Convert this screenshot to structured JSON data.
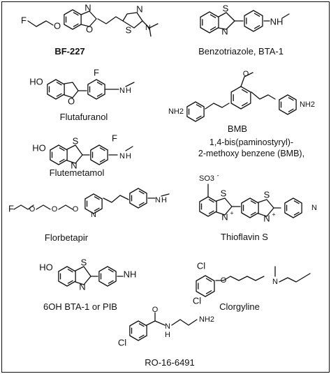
{
  "figure": {
    "background": "#ffffff",
    "ink": "#111111",
    "compounds": [
      {
        "id": "bf227",
        "label": "BF-227",
        "bold": true
      },
      {
        "id": "bta1",
        "label": "Benzotriazole, BTA-1",
        "bold": false
      },
      {
        "id": "flutafuranol",
        "label": "Flutafuranol",
        "bold": false
      },
      {
        "id": "bmb",
        "label": "BMB",
        "bold": false
      },
      {
        "id": "bmb_full",
        "label": "1,4-bis(paminostyryl)-\n2-methoxy benzene (BMB),",
        "bold": false
      },
      {
        "id": "flutemetamol",
        "label": "Flutemetamol",
        "bold": false
      },
      {
        "id": "florbetapir",
        "label": "Florbetapir",
        "bold": false
      },
      {
        "id": "thioflavin",
        "label": "Thioflavin S",
        "bold": false
      },
      {
        "id": "pib",
        "label": "6OH BTA-1 or PIB",
        "bold": false
      },
      {
        "id": "clorgyline",
        "label": "Clorgyline",
        "bold": false
      },
      {
        "id": "ro16",
        "label": "RO-16-6491",
        "bold": false
      }
    ],
    "atoms": {
      "F": "F",
      "O": "O",
      "N": "N",
      "S": "S",
      "NH": "NH",
      "H": "H",
      "HO": "HO",
      "Cl": "Cl",
      "NH2": "NH2",
      "SO3": "SO3",
      "minus": "-",
      "plus": "+"
    }
  }
}
